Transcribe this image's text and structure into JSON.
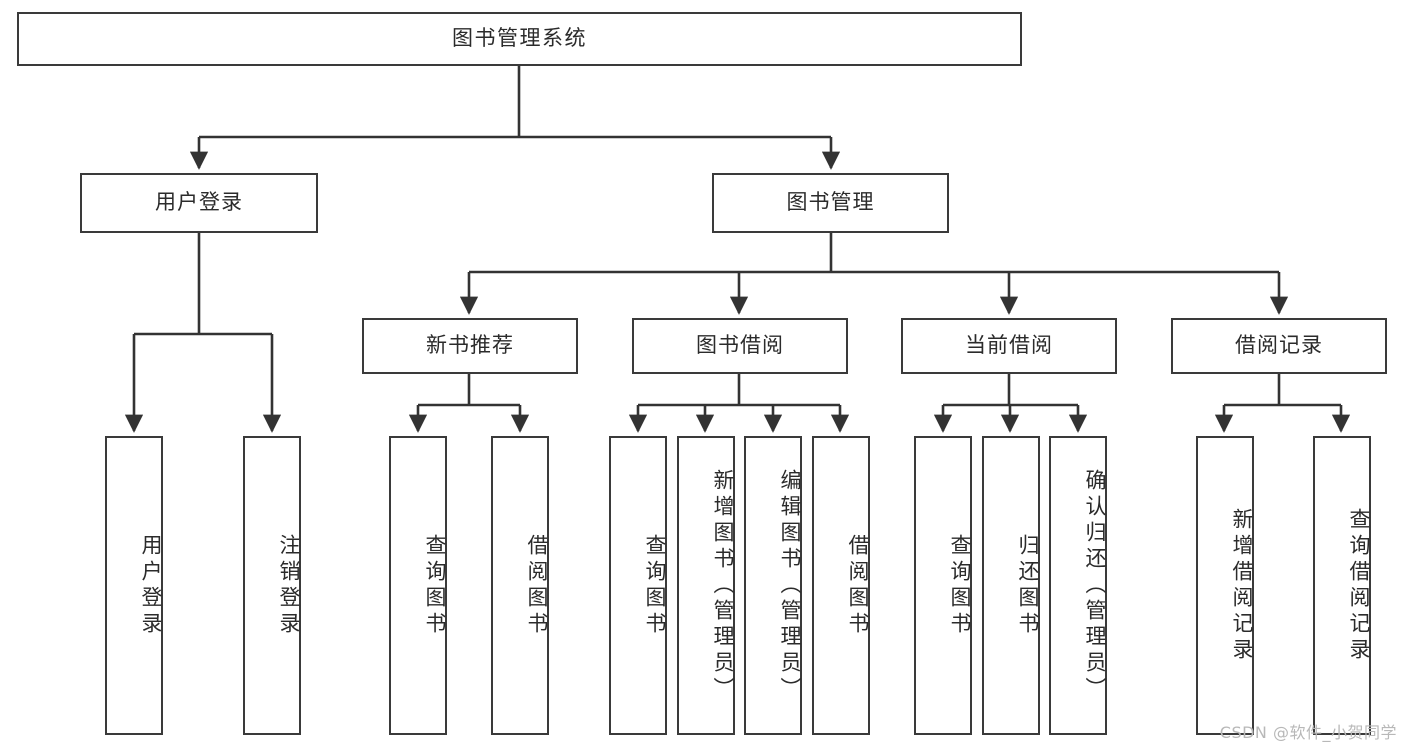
{
  "diagram": {
    "title": "图书管理系统",
    "type": "功能结构图",
    "root": {
      "id": "root",
      "label": "图书管理系统"
    },
    "level2": [
      {
        "id": "user-login",
        "label": "用户登录"
      },
      {
        "id": "book-manage",
        "label": "图书管理"
      }
    ],
    "level3": [
      {
        "id": "new-book-recommend",
        "label": "新书推荐",
        "parent": "book-manage"
      },
      {
        "id": "book-borrow",
        "label": "图书借阅",
        "parent": "book-manage"
      },
      {
        "id": "current-borrow",
        "label": "当前借阅",
        "parent": "book-manage"
      },
      {
        "id": "borrow-record",
        "label": "借阅记录",
        "parent": "book-manage"
      }
    ],
    "leaves": {
      "user-login": [
        {
          "id": "leaf-user-login",
          "label": "用户登录"
        },
        {
          "id": "leaf-user-logout",
          "label": "注销登录"
        }
      ],
      "new-book-recommend": [
        {
          "id": "leaf-query-book-1",
          "label": "查询图书"
        },
        {
          "id": "leaf-borrow-book-1",
          "label": "借阅图书"
        }
      ],
      "book-borrow": [
        {
          "id": "leaf-query-book-2",
          "label": "查询图书"
        },
        {
          "id": "leaf-add-book",
          "label": "新增图书（管理员）"
        },
        {
          "id": "leaf-edit-book",
          "label": "编辑图书（管理员）"
        },
        {
          "id": "leaf-borrow-book-2",
          "label": "借阅图书"
        }
      ],
      "current-borrow": [
        {
          "id": "leaf-query-book-3",
          "label": "查询图书"
        },
        {
          "id": "leaf-return-book",
          "label": "归还图书"
        },
        {
          "id": "leaf-confirm-return",
          "label": "确认归还（管理员）"
        }
      ],
      "borrow-record": [
        {
          "id": "leaf-add-record",
          "label": "新增借阅记录"
        },
        {
          "id": "leaf-query-record",
          "label": "查询借阅记录"
        }
      ]
    }
  },
  "watermark": {
    "text": "CSDN @软件_小贺同学"
  },
  "colors": {
    "background": "#ffffff",
    "box_border": "#3a3a3a",
    "box_fill": "#ffffff",
    "text": "#2b2b2b",
    "connector": "#333333",
    "watermark": "#b8b8b8"
  }
}
